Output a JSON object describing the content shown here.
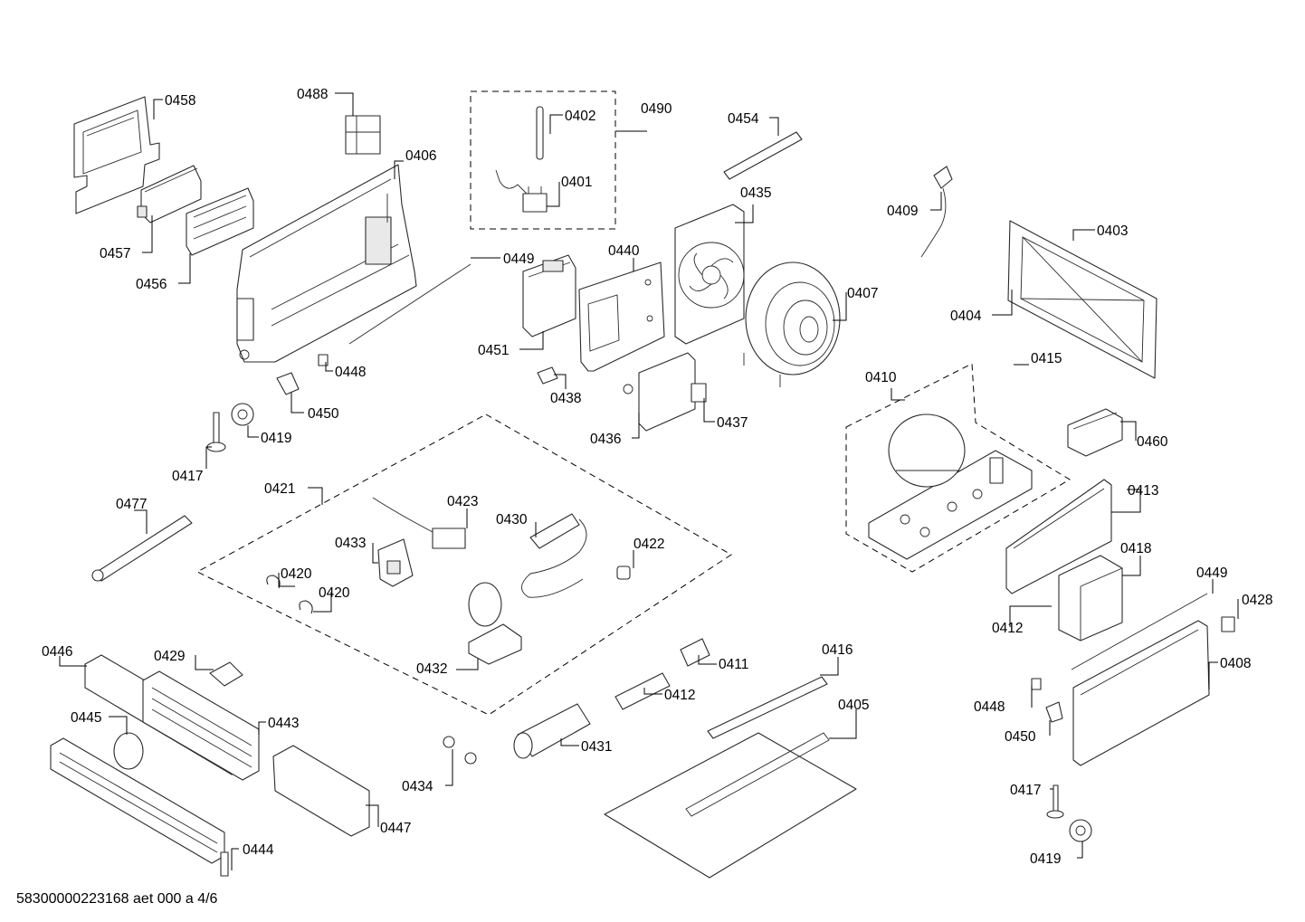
{
  "diagram": {
    "footer": "58300000223168 aet 000 a 4/6",
    "callouts": {
      "c0458": "0458",
      "c0488": "0488",
      "c0402": "0402",
      "c0490": "0490",
      "c0454": "0454",
      "c0406": "0406",
      "c0401": "0401",
      "c0435": "0435",
      "c0409": "0409",
      "c0403": "0403",
      "c0457": "0457",
      "c0456": "0456",
      "c0449a": "0449",
      "c0440": "0440",
      "c0407": "0407",
      "c0404": "0404",
      "c0451": "0451",
      "c0448a": "0448",
      "c0438": "0438",
      "c0415": "0415",
      "c0410": "0410",
      "c0450a": "0450",
      "c0436": "0436",
      "c0437": "0437",
      "c0419a": "0419",
      "c0460": "0460",
      "c0417a": "0417",
      "c0421": "0421",
      "c0423": "0423",
      "c0413": "0413",
      "c0477": "0477",
      "c0430": "0430",
      "c0418": "0418",
      "c0433": "0433",
      "c0422": "0422",
      "c0420a": "0420",
      "c0449b": "0449",
      "c0428": "0428",
      "c0420b": "0420",
      "c0412a": "0412",
      "c0446": "0446",
      "c0429": "0429",
      "c0416": "0416",
      "c0432": "0432",
      "c0411": "0411",
      "c0408": "0408",
      "c0412b": "0412",
      "c0443": "0443",
      "c0405": "0405",
      "c0445": "0445",
      "c0448b": "0448",
      "c0431": "0431",
      "c0450b": "0450",
      "c0434": "0434",
      "c0417b": "0417",
      "c0447": "0447",
      "c0444": "0444",
      "c0419b": "0419"
    }
  }
}
